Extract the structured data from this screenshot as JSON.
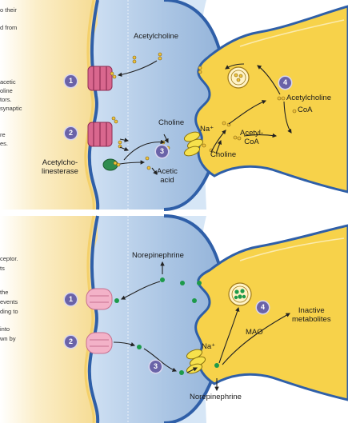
{
  "panels": {
    "top": {
      "neurotransmitter": "Acetylcholine",
      "enzyme": "Acetylcho-\nlinesterase",
      "acetic_acid": "Acetic\nacid",
      "choline_cleft": "Choline",
      "choline_terminal": "Choline",
      "acetyl_coa": "Acetyl-\nCoA",
      "acetylcholine_terminal": "Acetylcholine",
      "coa": "CoA",
      "na": "Na⁺",
      "steps": [
        "1",
        "2",
        "3",
        "4"
      ],
      "margin_lines": [
        "o their",
        "d from",
        "acetic",
        "oline",
        "tors.",
        "synaptic",
        "re",
        "es."
      ]
    },
    "bottom": {
      "neurotransmitter": "Norepinephrine",
      "na": "Na⁺",
      "mao": "MAO",
      "inactive": "Inactive\nmetabolites",
      "reuptake": "Norepinephrine",
      "steps": [
        "1",
        "2",
        "3",
        "4"
      ],
      "margin_lines": [
        "ceptor.",
        "ts",
        "the",
        "events",
        "ding to",
        "into",
        "wn by"
      ]
    }
  },
  "colors": {
    "axon_yellow": "#f7d24a",
    "postsynaptic_blue": "#a9c4e3",
    "membrane_blue": "#2f5fa8",
    "receptor_pink": "#d9678e",
    "step_badge": "#6a63a8",
    "ne_green": "#1d9a4a"
  }
}
